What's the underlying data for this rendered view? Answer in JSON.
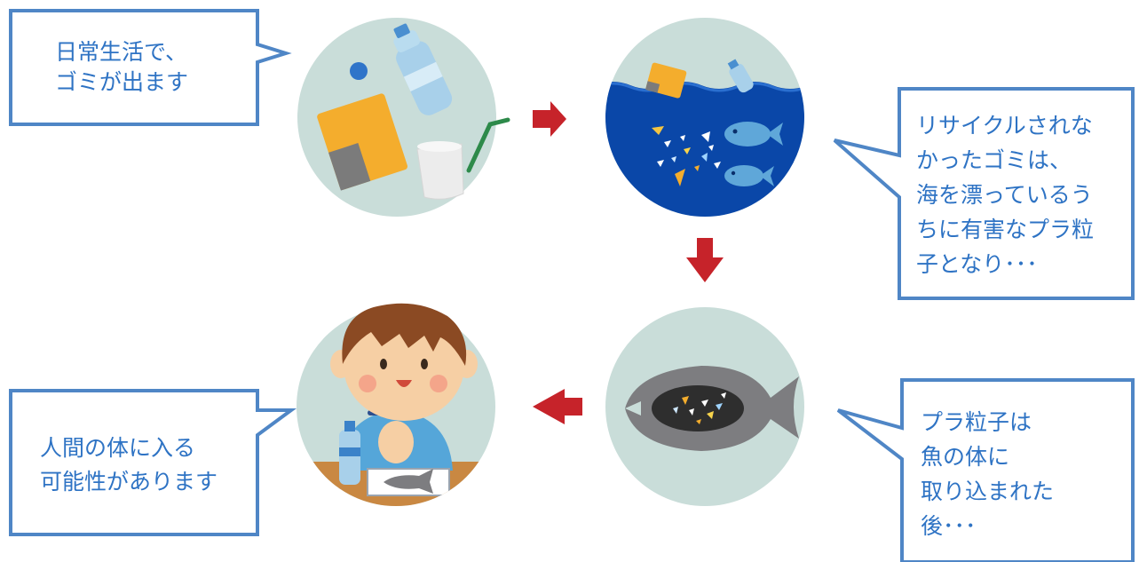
{
  "bubbles": {
    "daily_life": "日常生活で、\nゴミが出ます",
    "not_recycled": "リサイクルされな\nかったゴミは、\n海を漂っているう\nちに有害なプラ粒\n子となり･･･",
    "fish": "プラ粒子は\n魚の体に\n取り込まれた\n後･･･",
    "human": "人間の体に入る\n可能性があります"
  },
  "colors": {
    "bubble_border": "#4f86c6",
    "bubble_text": "#2e73c4",
    "circle_bg": "#c9ddd9",
    "arrow": "#c6232a",
    "ocean": "#0a47a8"
  }
}
